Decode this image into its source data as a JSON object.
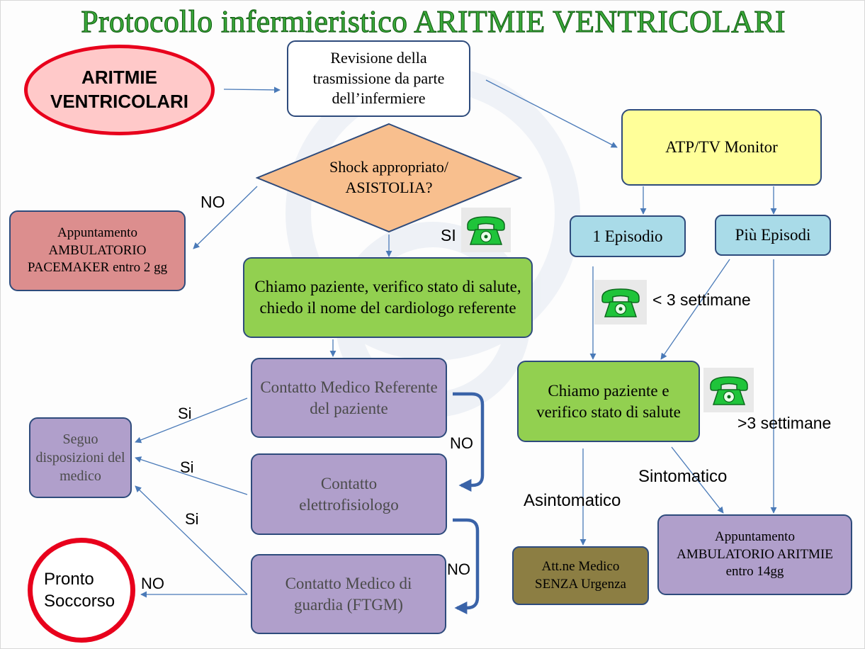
{
  "title": "Protocollo infermieristico ARITMIE VENTRICOLARI",
  "nodes": {
    "aritmie": "ARITMIE VENTRICOLARI",
    "revisione": "Revisione della trasmissione da parte dell’infermiere",
    "shock": "Shock appropriato/ ASISTOLIA?",
    "atp": "ATP/TV Monitor",
    "appuntamento_pacemaker": "Appuntamento AMBULATORIO PACEMAKER entro 2 gg",
    "chiamo_paziente": "Chiamo paziente, verifico stato di salute, chiedo il nome del cardiologo referente",
    "un_episodio": "1 Episodio",
    "piu_episodi": "Più Episodi",
    "contatto_referente": "Contatto Medico Referente del paziente",
    "seguo_disposizioni": "Seguo disposizioni del medico",
    "contatto_elettrofisiologo": "Contatto elettrofisiologo",
    "pronto_soccorso": "Pronto Soccorso",
    "contatto_guardia": "Contatto Medico di guardia (FTGM)",
    "chiamo_verifico": "Chiamo paziente e verifico stato di salute",
    "attne_medico": "Att.ne Medico SENZA Urgenza",
    "appuntamento_aritmie": "Appuntamento AMBULATORIO ARITMIE entro 14gg"
  },
  "labels": {
    "no_shock": "NO",
    "si_shock": "SI",
    "lt3": "< 3 settimane",
    "gt3": ">3 settimane",
    "si_1": "Si",
    "si_2": "Si",
    "si_3": "Si",
    "no_1": "NO",
    "no_2": "NO",
    "no_3": "NO",
    "asintomatico": "Asintomatico",
    "sintomatico": "Sintomatico"
  },
  "icons": [
    "phone-icon"
  ],
  "colors": {
    "title_green": "#3aa83a",
    "title_outline": "#0e5a0e",
    "red": "#e8001c",
    "blue_border": "#2e4b7c",
    "arrow_blue": "#4a7ab8",
    "diamond_fill": "#f8bf8e",
    "box_green": "#92d050",
    "box_yellow": "#ffff99",
    "box_lightblue": "#a9dbe8",
    "box_lilac": "#b09fcb",
    "box_pink": "#dc8e8e",
    "box_olive": "#8c7e43",
    "phone_green": "#1fc43a"
  }
}
